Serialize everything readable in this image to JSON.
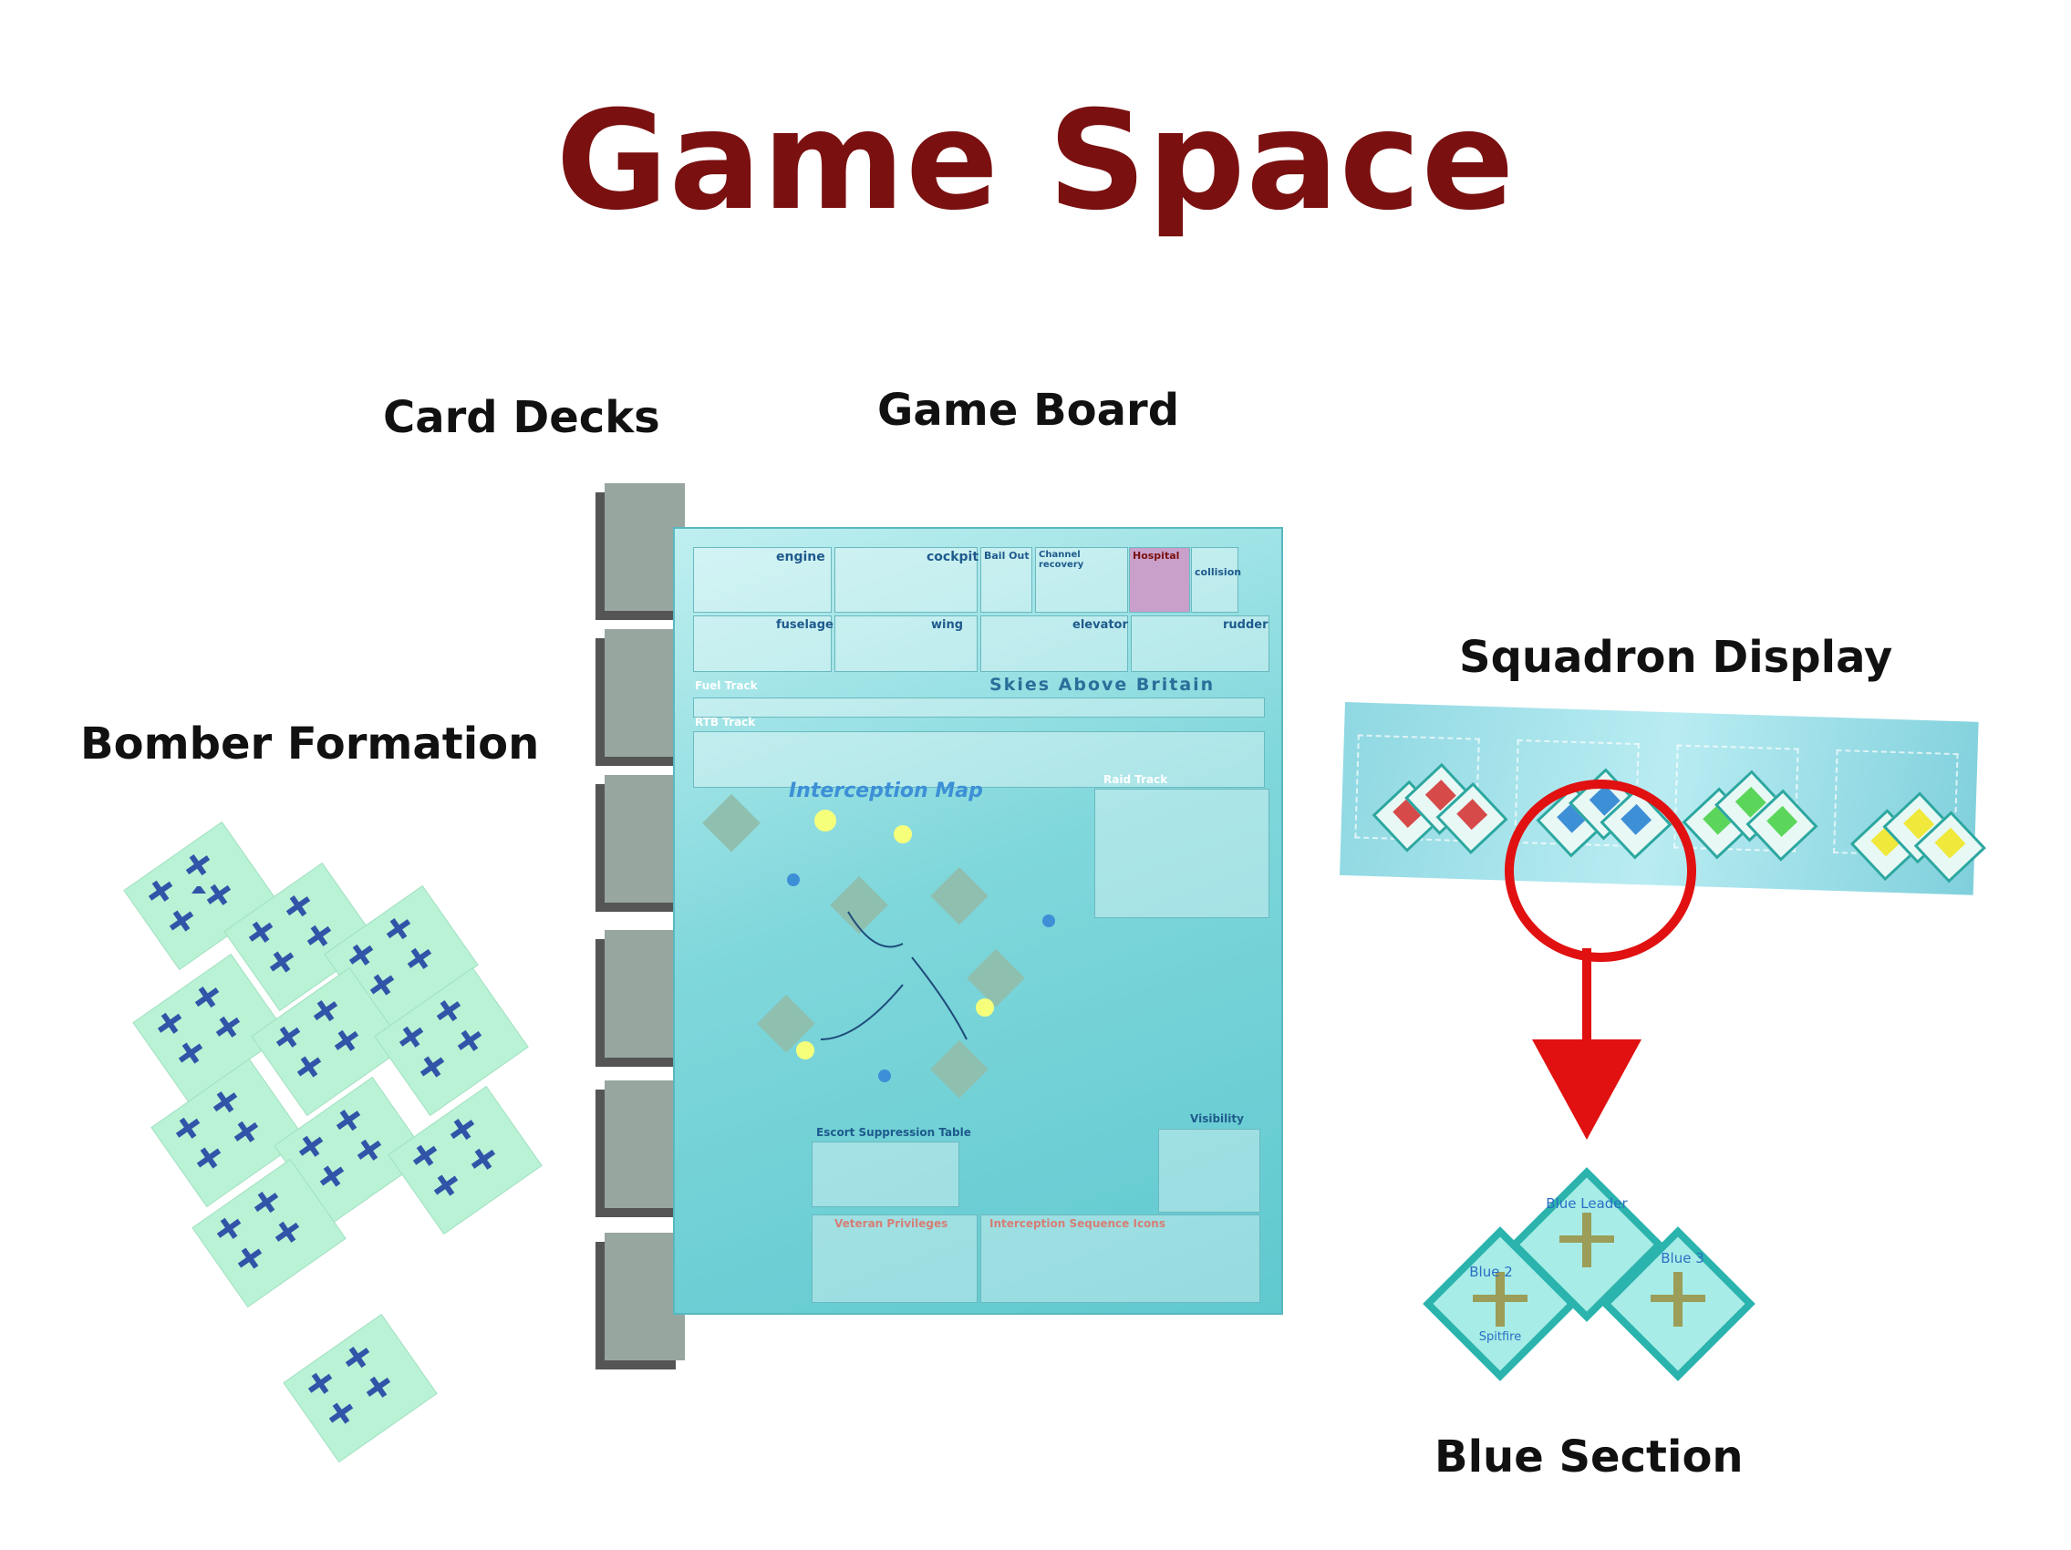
{
  "title": "Game Space",
  "labels": {
    "card_decks": "Card Decks",
    "game_board": "Game Board",
    "squadron_display": "Squadron Display",
    "bomber_formation": "Bomber Formation",
    "blue_section": "Blue Section"
  },
  "board": {
    "brand": "Skies Above Britain",
    "map_title": "Interception Map",
    "fuel_track": "Fuel Track",
    "rtb_track": "RTB Track",
    "panels": [
      "engine",
      "cockpit",
      "Bail Out",
      "Channel recovery",
      "Hospital",
      "collision",
      "fuselage",
      "wing",
      "elevator",
      "rudder"
    ],
    "raid_track": "Raid Track",
    "escort_table": "Escort Suppression Table",
    "veteran": "Veteran Privileges",
    "sequence": "Interception Sequence Icons",
    "visibility": "Visibility"
  },
  "blue_section_counters": {
    "leader": "Blue Leader",
    "two": "Blue 2",
    "three": "Blue 3",
    "type": "Spitfire"
  },
  "colors": {
    "title": "#7a1010",
    "arrow": "#e11111",
    "board": "#7fd7db",
    "card": "#b9f2d5",
    "counter_teal": "#2ca7a0"
  }
}
